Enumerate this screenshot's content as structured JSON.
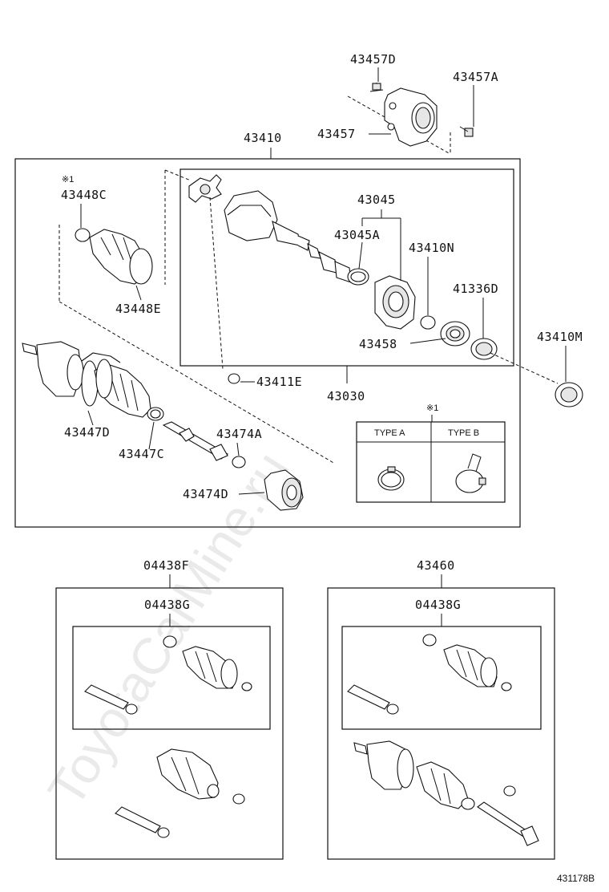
{
  "watermark": "ToyotaCarMine.ru",
  "figure_id": "431178B",
  "labels": {
    "p43457D": "43457D",
    "p43457A": "43457A",
    "p43457": "43457",
    "p43410": "43410",
    "note_mark_1": "※1",
    "p43448C": "43448C",
    "p43448E": "43448E",
    "p43045": "43045",
    "p43045A": "43045A",
    "p43410N": "43410N",
    "p41336D": "41336D",
    "p43458": "43458",
    "p43410M": "43410M",
    "p43411E": "43411E",
    "p43030": "43030",
    "p43447D": "43447D",
    "p43447C": "43447C",
    "p43474A": "43474A",
    "p43474D": "43474D",
    "note_mark_2": "※1",
    "type_a": "TYPE A",
    "type_b": "TYPE B",
    "p04438F": "04438F",
    "p04438G_left": "04438G",
    "p43460": "43460",
    "p04438G_right": "04438G"
  }
}
